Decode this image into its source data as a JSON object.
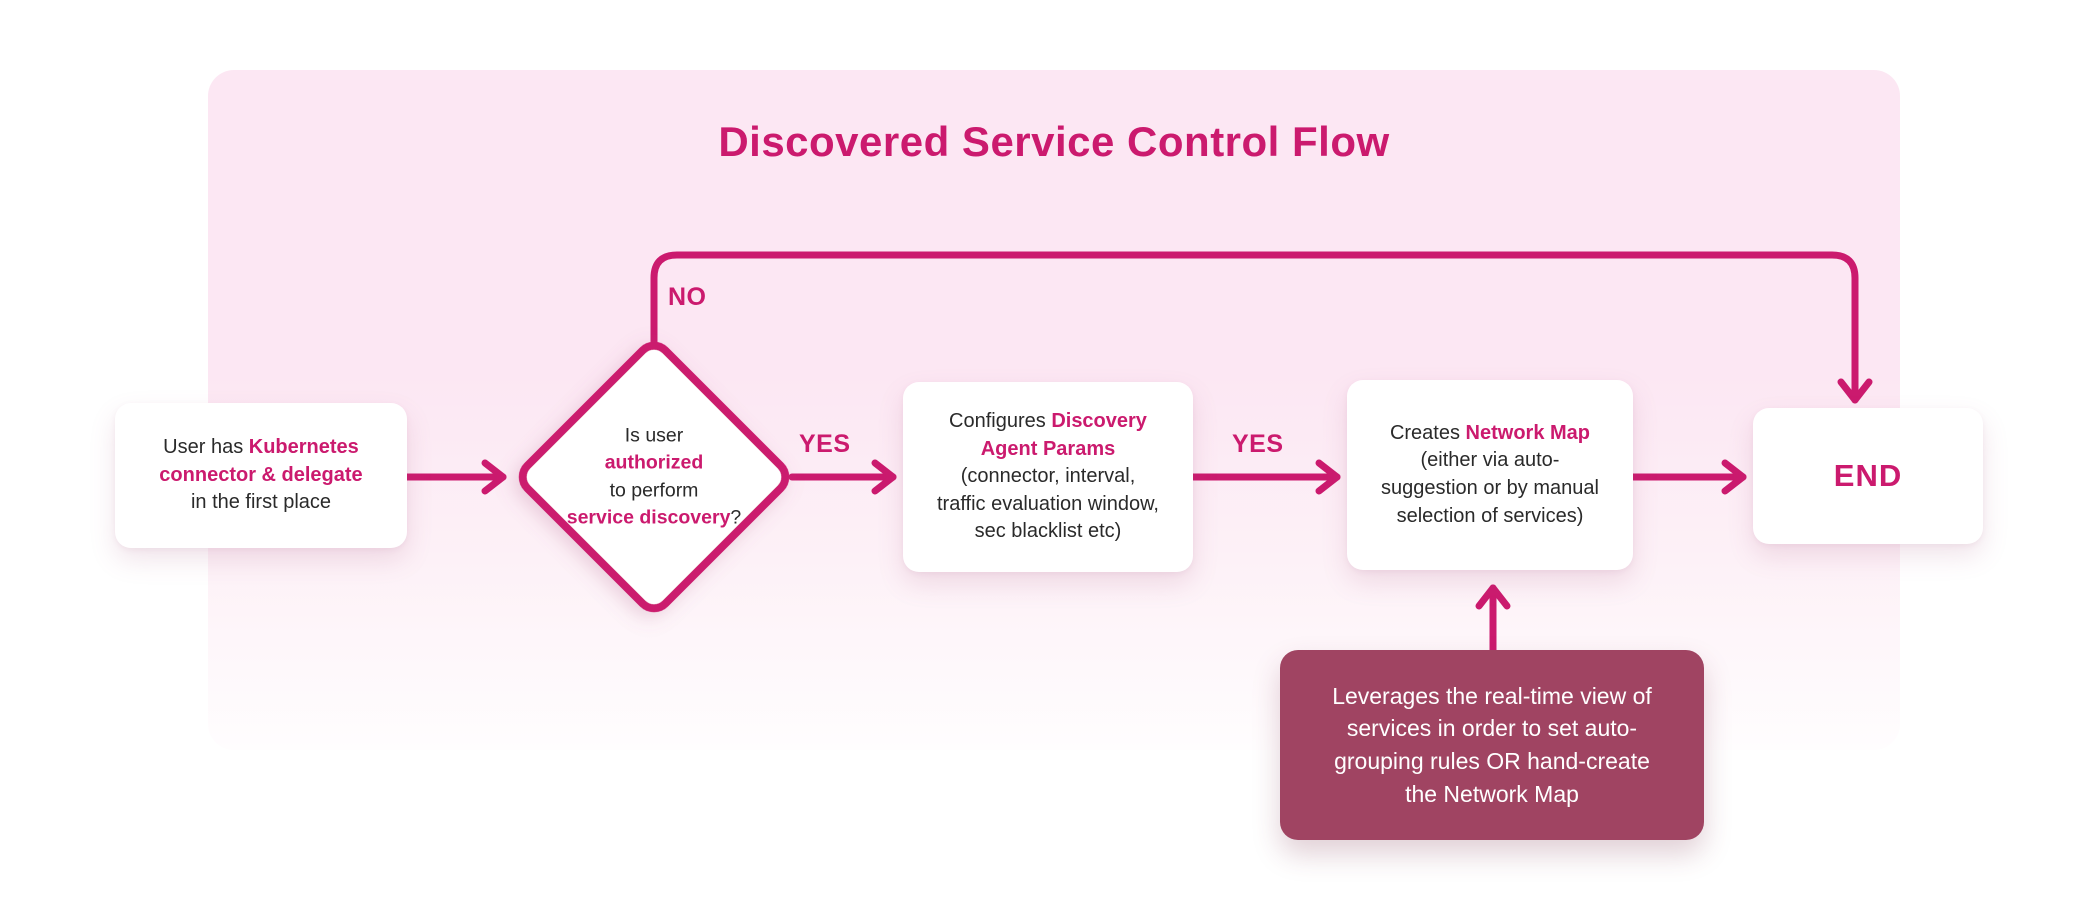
{
  "title": "Discovered Service Control Flow",
  "colors": {
    "accent": "#cb1a6e",
    "panel_top": "#fce7f3",
    "panel_bottom": "#fffdfe",
    "note_background": "#a04462",
    "note_text": "#ffffff",
    "body_text": "#2a2a2a",
    "card_background": "#ffffff"
  },
  "edge_labels": {
    "no": "NO",
    "yes_authorized": "YES",
    "yes_configured": "YES"
  },
  "nodes": {
    "start": {
      "segments": [
        {
          "text": "User has "
        },
        {
          "text": "Kubernetes\nconnector & delegate",
          "em": true
        },
        {
          "text": "\nin the first place"
        }
      ]
    },
    "decision": {
      "segments": [
        {
          "text": "Is user\n"
        },
        {
          "text": "authorized",
          "em": true
        },
        {
          "text": "\nto perform\n"
        },
        {
          "text": "service discovery",
          "em": true
        },
        {
          "text": "?"
        }
      ]
    },
    "configure": {
      "segments": [
        {
          "text": "Configures "
        },
        {
          "text": "Discovery\nAgent Params",
          "em": true
        },
        {
          "text": "\n(connector, interval,\ntraffic evaluation window,\nsec blacklist etc)"
        }
      ]
    },
    "create_map": {
      "segments": [
        {
          "text": "Creates "
        },
        {
          "text": "Network Map",
          "em": true
        },
        {
          "text": "\n(either via auto-\nsuggestion or by manual\nselection of services)"
        }
      ]
    },
    "end": {
      "label": "END"
    },
    "note": {
      "text": "Leverages the real-time view of\nservices in order to set auto-\ngrouping rules OR hand-create\nthe Network Map"
    }
  }
}
